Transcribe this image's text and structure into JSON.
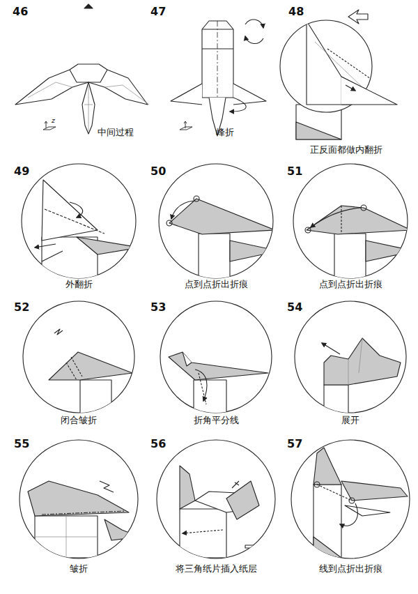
{
  "diagram": {
    "labels": [
      "46",
      "z",
      "中间过程",
      "47",
      "峰折",
      "48",
      "正反面都做内翻折",
      "49",
      "外翻折",
      "50",
      "点到点折出折痕",
      "51",
      "点到点折出折痕",
      "52",
      "闭合皱折",
      "53",
      "折角平分线",
      "54",
      "展开",
      "55",
      "皱折",
      "56",
      "将三角纸片插入纸层",
      "57",
      "线到点折出折痕"
    ]
  }
}
